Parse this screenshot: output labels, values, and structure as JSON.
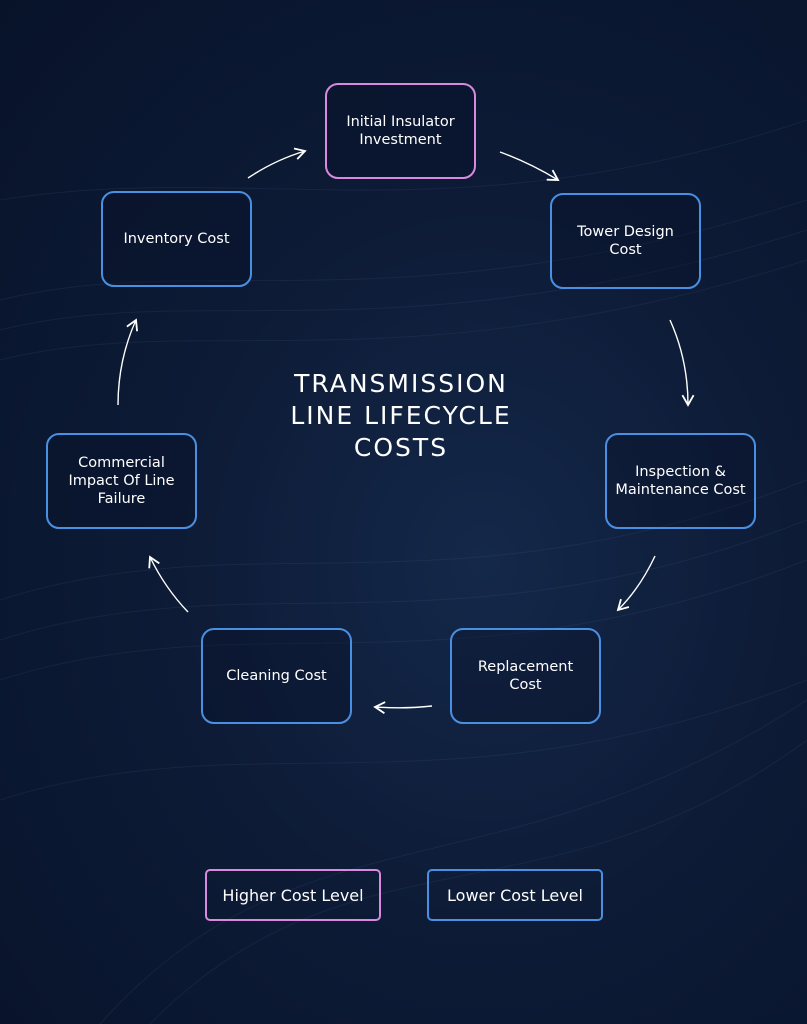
{
  "title": "TRANSMISSION LINE LIFECYCLE COSTS",
  "title_lines": [
    "TRANSMISSION",
    "LINE LIFECYCLE",
    "COSTS"
  ],
  "nodes": [
    {
      "label": "Initial Insulator Investment",
      "level": "higher"
    },
    {
      "label": "Tower Design Cost",
      "level": "lower"
    },
    {
      "label": "Inspection & Maintenance Cost",
      "level": "lower"
    },
    {
      "label": "Replacement Cost",
      "level": "lower"
    },
    {
      "label": "Cleaning Cost",
      "level": "lower"
    },
    {
      "label": "Commercial Impact Of Line Failure",
      "level": "lower"
    },
    {
      "label": "Inventory Cost",
      "level": "lower"
    }
  ],
  "legend": {
    "higher": "Higher Cost Level",
    "lower": "Lower Cost Level"
  },
  "colors": {
    "higher": "#d88ae0",
    "lower": "#4a90e2",
    "background": "#0d1b36"
  }
}
